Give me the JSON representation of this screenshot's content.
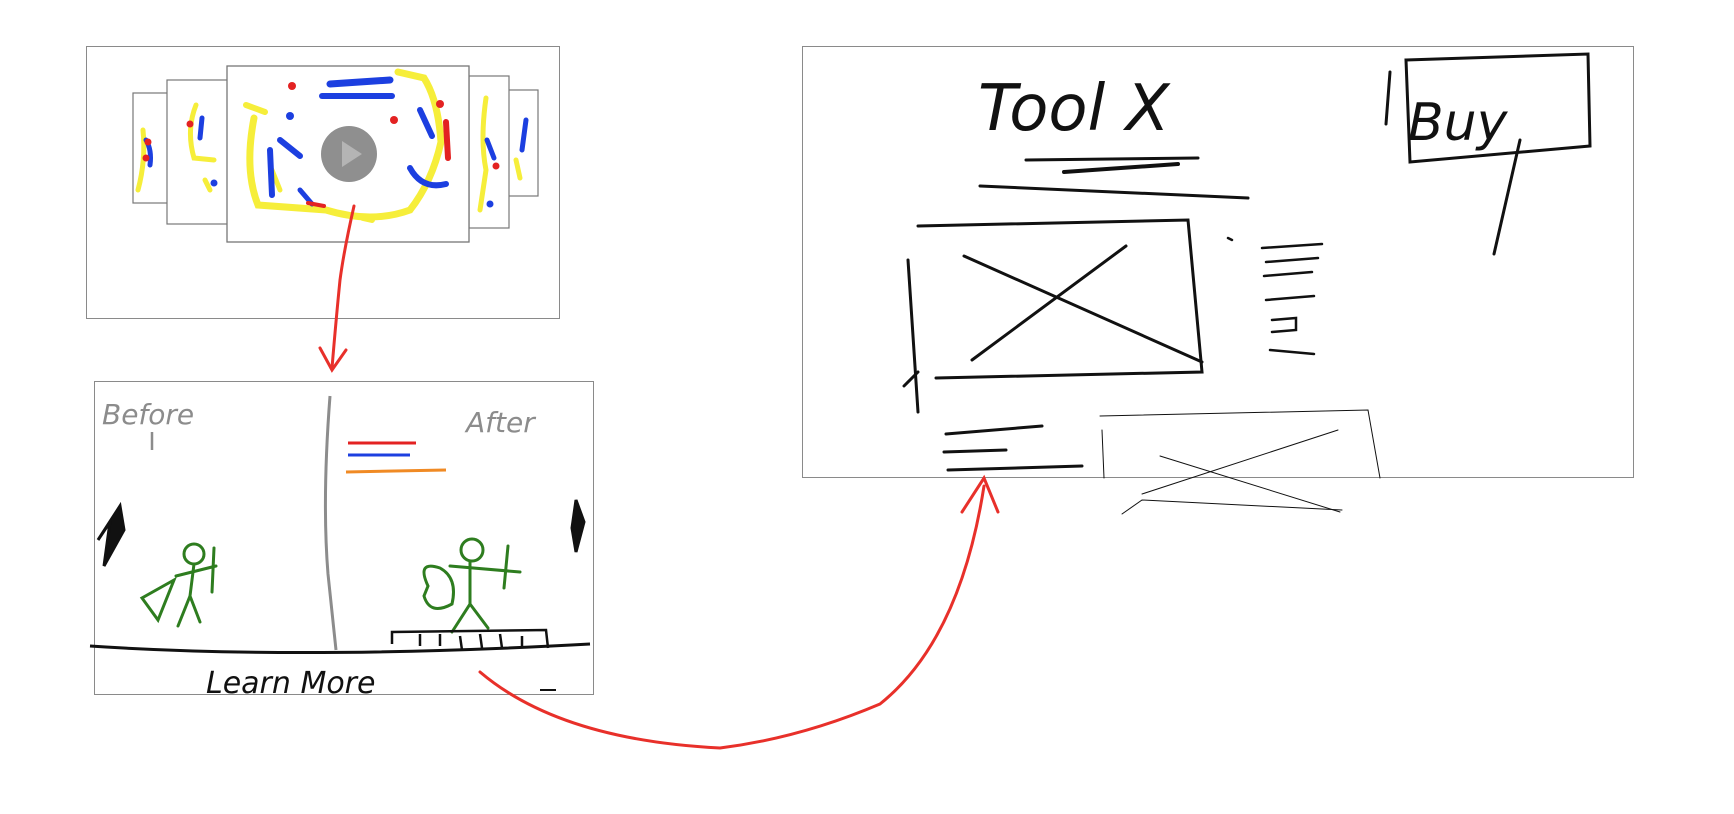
{
  "colors": {
    "ink": "#111111",
    "panel_border": "#8a8a8a",
    "arrow": "#e8302a",
    "blue": "#1c3fe0",
    "yellow": "#f6ee3a",
    "red": "#e32222",
    "green": "#2e7d1f",
    "orange": "#f08a24",
    "gray": "#8c8c8c",
    "play_button": "#8f8f8f"
  },
  "carousel": {
    "icons": [
      "play-icon"
    ]
  },
  "before_after": {
    "before_label": "Before",
    "after_label": "After",
    "footer_label": "Learn More"
  },
  "tool_page": {
    "title": "Tool X",
    "buy_label": "Buy",
    "icons": [
      "image-placeholder-icon",
      "image-placeholder-icon"
    ]
  }
}
